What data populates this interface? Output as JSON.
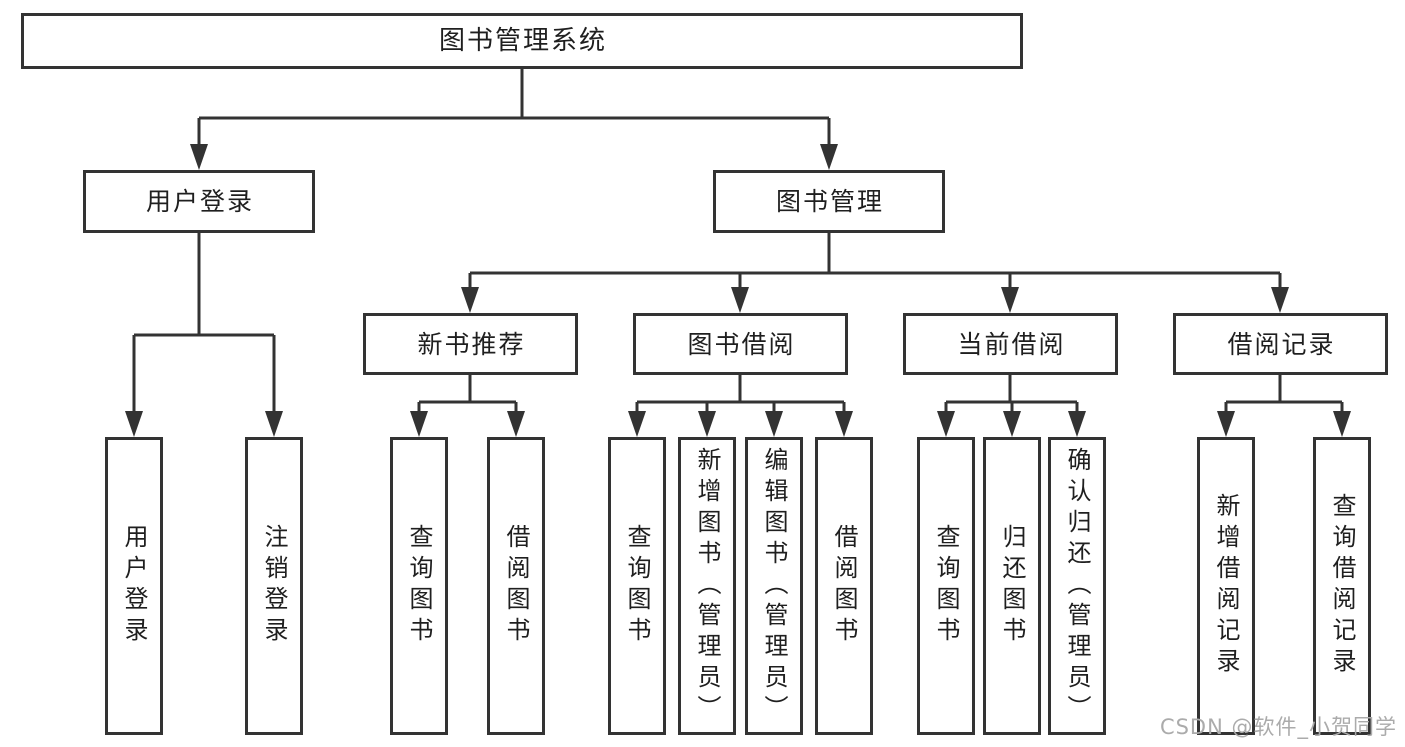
{
  "diagram": {
    "title": "图书管理系统",
    "root": {
      "label": "图书管理系统"
    },
    "level2": [
      {
        "label": "用户登录"
      },
      {
        "label": "图书管理"
      }
    ],
    "level3": [
      {
        "label": "新书推荐",
        "parent": "图书管理"
      },
      {
        "label": "图书借阅",
        "parent": "图书管理"
      },
      {
        "label": "当前借阅",
        "parent": "图书管理"
      },
      {
        "label": "借阅记录",
        "parent": "图书管理"
      }
    ],
    "leaves": [
      {
        "label": "用户登录",
        "parent": "用户登录"
      },
      {
        "label": "注销登录",
        "parent": "用户登录"
      },
      {
        "label": "查询图书",
        "parent": "新书推荐"
      },
      {
        "label": "借阅图书",
        "parent": "新书推荐"
      },
      {
        "label": "查询图书",
        "parent": "图书借阅"
      },
      {
        "label": "新增图书（管理员）",
        "parent": "图书借阅"
      },
      {
        "label": "编辑图书（管理员）",
        "parent": "图书借阅"
      },
      {
        "label": "借阅图书",
        "parent": "图书借阅"
      },
      {
        "label": "查询图书",
        "parent": "当前借阅"
      },
      {
        "label": "归还图书",
        "parent": "当前借阅"
      },
      {
        "label": "确认归还（管理员）",
        "parent": "当前借阅"
      },
      {
        "label": "新增借阅记录",
        "parent": "借阅记录"
      },
      {
        "label": "查询借阅记录",
        "parent": "借阅记录"
      }
    ]
  },
  "watermark": {
    "text": "CSDN @软件_小贺同学"
  },
  "colors": {
    "line": "#333333",
    "box_border": "#333333",
    "box_fill": "#ffffff",
    "text": "#1f1f1f",
    "watermark": "#ababab",
    "background": "#ffffff"
  }
}
